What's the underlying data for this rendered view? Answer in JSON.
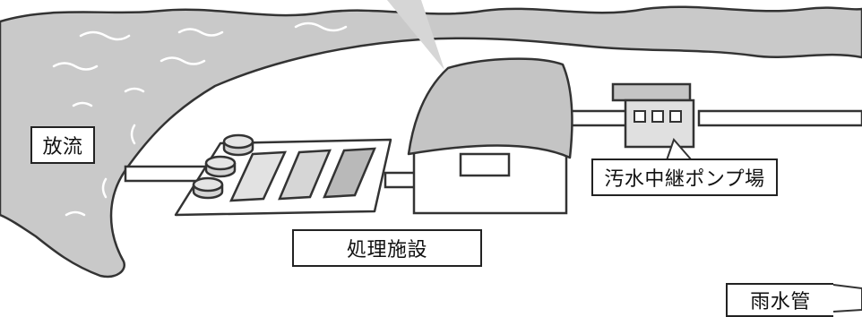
{
  "labels": {
    "discharge": "放流",
    "treatment_facility": "処理施設",
    "relay_pump_station": "汚水中継ポンプ場",
    "storm_sewer": "雨水管"
  }
}
